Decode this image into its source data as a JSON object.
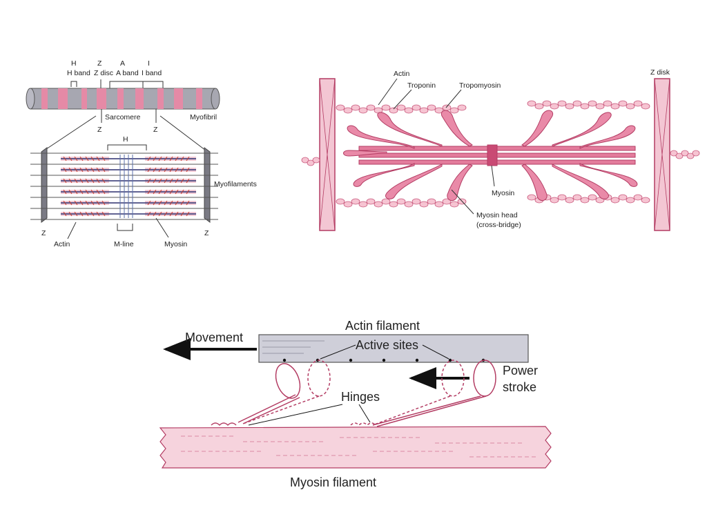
{
  "colors": {
    "pink": "#e58aa6",
    "pink_fill": "#f6d3dd",
    "pink_dark": "#b33c63",
    "gray": "#9a9aa6",
    "actin_bar": "#c9c9d3",
    "navy": "#2b2f6e",
    "red_line": "#c0392b"
  },
  "fig1": {
    "h_band": "H band",
    "z_disc": "Z disc",
    "a_band": "A band",
    "i_band": "I band",
    "sarcomere": "Sarcomere",
    "myofibril": "Myofibril",
    "z": "Z",
    "h": "H",
    "myofilaments": "Myofilaments",
    "actin": "Actin",
    "m_line": "M-line",
    "myosin": "Myosin"
  },
  "fig2": {
    "actin": "Actin",
    "troponin": "Troponin",
    "tropomyosin": "Tropomyosin",
    "z_disk": "Z disk",
    "myosin": "Myosin",
    "myosin_head": "Myosin head",
    "cross_bridge": "(cross-bridge)"
  },
  "fig3": {
    "actin_filament": "Actin filament",
    "movement": "Movement",
    "active_sites": "Active sites",
    "power": "Power",
    "stroke": "stroke",
    "hinges": "Hinges",
    "myosin_filament": "Myosin filament"
  }
}
